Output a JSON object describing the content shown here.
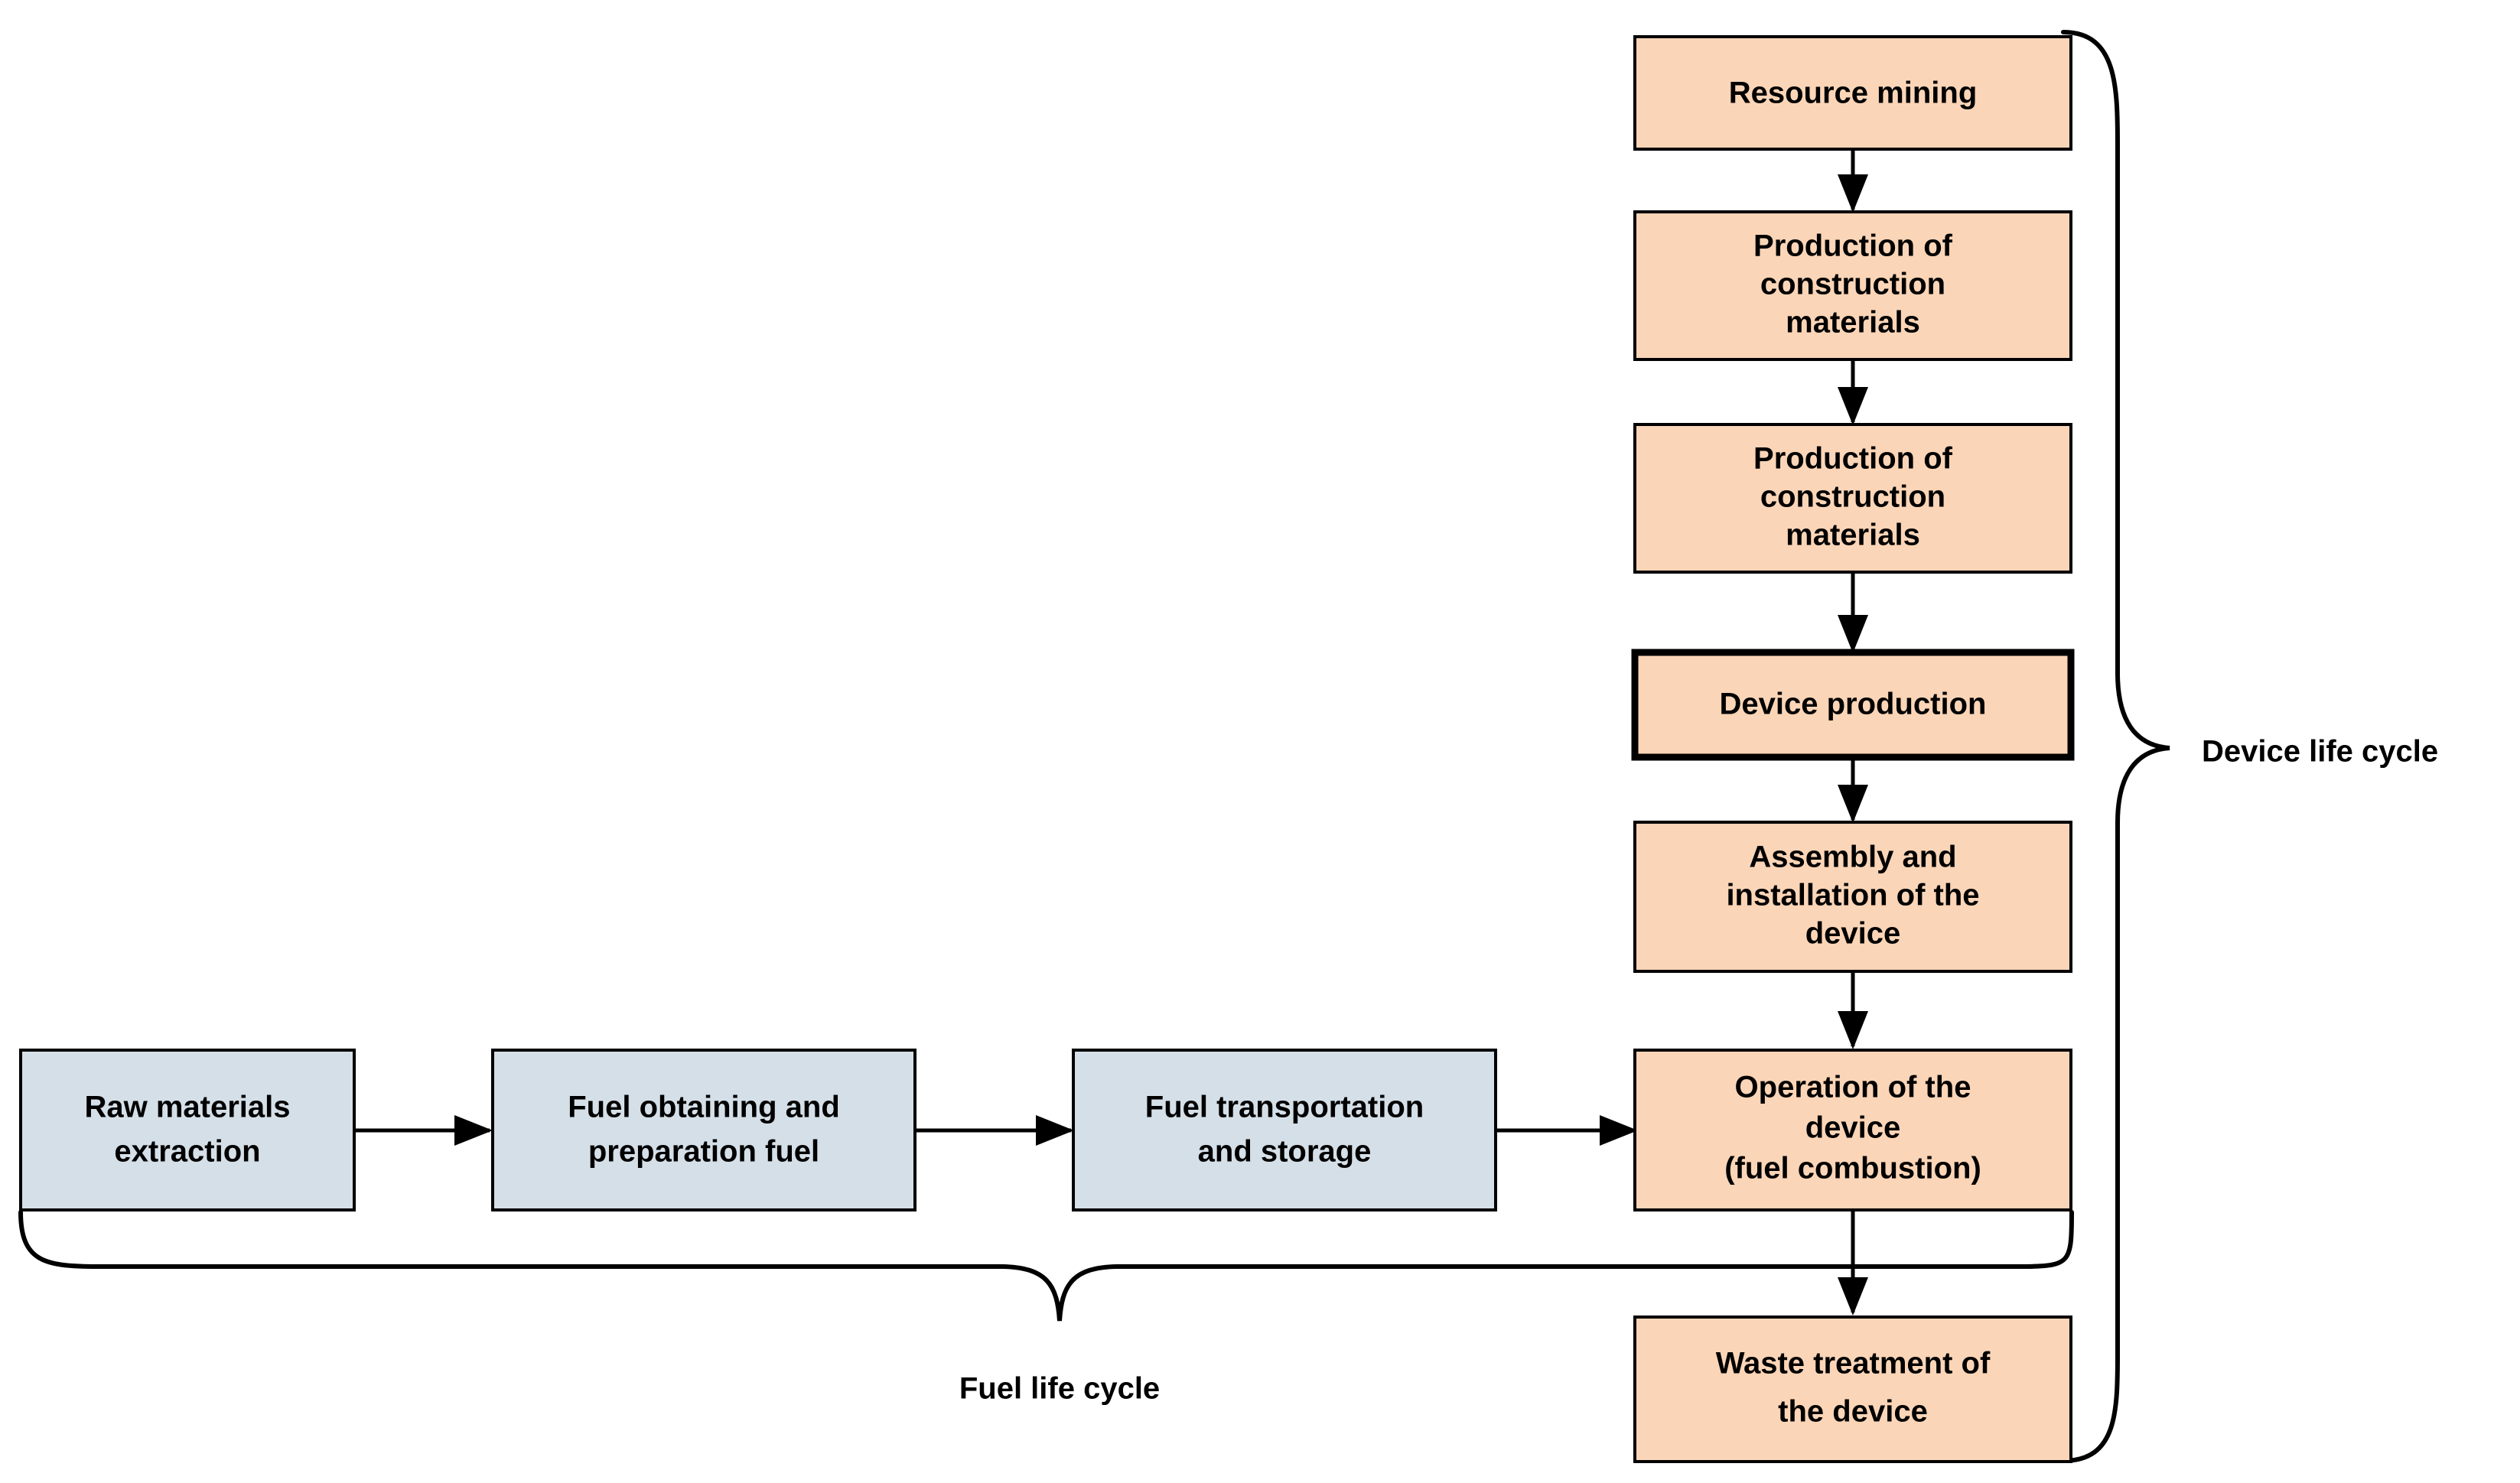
{
  "diagram": {
    "title": "Device and fuel life cycle flow diagram",
    "background_color": "#ffffff",
    "colors": {
      "device_node_fill": "#fbd5b7",
      "fuel_node_fill": "#d5dfe8",
      "stroke": "#000000",
      "text": "#000000"
    },
    "device_chain": [
      {
        "id": "resource-mining",
        "lines": [
          "Resource mining"
        ],
        "emphasis": false
      },
      {
        "id": "production-of-construction-materials-1",
        "lines": [
          "Production of",
          "construction",
          "materials"
        ],
        "emphasis": false
      },
      {
        "id": "production-of-construction-materials-2",
        "lines": [
          "Production of",
          "construction",
          "materials"
        ],
        "emphasis": false
      },
      {
        "id": "device-production",
        "lines": [
          "Device production"
        ],
        "emphasis": true
      },
      {
        "id": "assembly-and-installation-of-the-device",
        "lines": [
          "Assembly and",
          "installation of the",
          "device"
        ],
        "emphasis": false
      },
      {
        "id": "operation-of-the-device",
        "lines": [
          "Operation of the",
          "device",
          "(fuel combustion)"
        ],
        "emphasis": false
      },
      {
        "id": "waste-treatment-of-the-device",
        "lines": [
          "Waste treatment of",
          "the device"
        ],
        "emphasis": false
      }
    ],
    "fuel_chain": [
      {
        "id": "raw-materials-extraction",
        "lines": [
          "Raw materials",
          "extraction"
        ]
      },
      {
        "id": "fuel-obtaining-and-preparation-fuel",
        "lines": [
          "Fuel obtaining and",
          "preparation fuel"
        ]
      },
      {
        "id": "fuel-transportation-and-storage",
        "lines": [
          "Fuel transportation",
          "and storage"
        ]
      }
    ],
    "braces": {
      "device_life_cycle": {
        "id": "device-life-cycle",
        "label": "Device life cycle"
      },
      "fuel_life_cycle": {
        "id": "fuel-life-cycle",
        "label": "Fuel life cycle"
      }
    }
  }
}
